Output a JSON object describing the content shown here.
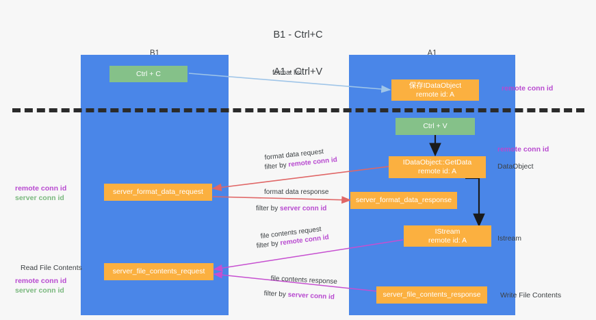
{
  "title": {
    "line1": "B1 - Ctrl+C",
    "line2": "A1 - Ctrl+V"
  },
  "lanes": [
    {
      "name": "B1",
      "role": "connection"
    },
    {
      "name": "A1",
      "role": "remote"
    }
  ],
  "nodes": {
    "ctrl_c": {
      "label": "Ctrl + C",
      "color": "#85c189"
    },
    "ctrl_v": {
      "label": "Ctrl + V",
      "color": "#85c189"
    },
    "save_dataobject": {
      "line1": "保存IDataObject",
      "line2": "remote id: A",
      "color": "#fbb040"
    },
    "getdata": {
      "line1": "IDataObject::GetData",
      "line2": "remote id: A",
      "color": "#fbb040"
    },
    "istream": {
      "line1": "IStream",
      "line2": "remote id: A",
      "color": "#fbb040"
    },
    "server_format_data_request": {
      "label": "server_format_data_request",
      "color": "#fbb040"
    },
    "server_format_data_response": {
      "label": "server_format_data_response",
      "color": "#fbb040"
    },
    "server_file_contents_request": {
      "label": "server_file_contents_request",
      "color": "#fbb040"
    },
    "server_file_contents_response": {
      "label": "server_file_contents_response",
      "color": "#fbb040"
    }
  },
  "flows": {
    "format_list": {
      "text": "format list"
    },
    "format_data_request": {
      "text": "format data request"
    },
    "format_data_request_filter": {
      "prefix": "filter by ",
      "token": "remote conn id"
    },
    "format_data_response": {
      "text": "format data response"
    },
    "format_data_response_filter": {
      "prefix": "filter by ",
      "token": "server conn id"
    },
    "file_contents_request": {
      "text": "file contents request"
    },
    "file_contents_request_filter": {
      "prefix": "filter by ",
      "token": "remote conn id"
    },
    "file_contents_response": {
      "text": "file contents response"
    },
    "file_contents_response_filter": {
      "prefix": "filter by ",
      "token": "server conn id"
    }
  },
  "annotations": {
    "right_remote_conn_top": {
      "text": "remote conn id",
      "color": "#b84ad0"
    },
    "right_remote_conn_mid": {
      "text": "remote conn id",
      "color": "#b84ad0"
    },
    "right_dataobject": {
      "text": "DataObject"
    },
    "right_istream": {
      "text": "Istream"
    },
    "right_write_file": {
      "text": "Write File Contents"
    },
    "left_conn_ids_mid": {
      "purple": "remote conn id",
      "green": "server conn id"
    },
    "left_read_file": {
      "text": "Read File Contents"
    },
    "left_conn_ids_bottom": {
      "purple": "remote conn id",
      "green": "server conn id"
    }
  },
  "colors": {
    "lane": "#4a86e8",
    "green_node": "#85c189",
    "orange_node": "#fbb040",
    "purple_text": "#b84ad0",
    "green_text": "#7ab87e",
    "arrow_blue": "#9fc5e8",
    "arrow_red": "#e06666",
    "arrow_magenta": "#c64fd0",
    "arrow_black": "#1a1a1a",
    "background": "#f7f7f7",
    "divider": "#2b2b2b"
  }
}
